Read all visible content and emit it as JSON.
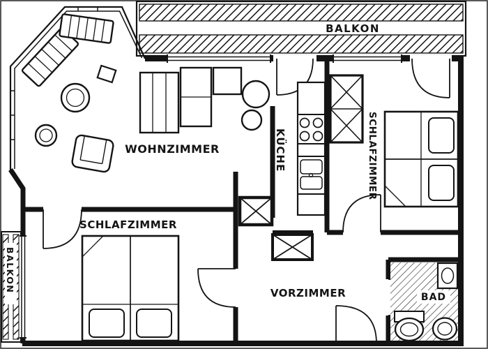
{
  "meta": {
    "type": "apartment-floor-plan",
    "colors": {
      "ink": "#141414",
      "paper": "#ffffff"
    }
  },
  "rooms": {
    "balkon_top": {
      "label": "BALKON",
      "orientation": "horizontal"
    },
    "wohnzimmer": {
      "label": "WOHNZIMMER",
      "orientation": "horizontal"
    },
    "kueche": {
      "label": "KÜCHE",
      "orientation": "vertical"
    },
    "schlafzimmer_right": {
      "label": "SCHLAFZIMMER",
      "orientation": "vertical"
    },
    "schlafzimmer_left": {
      "label": "SCHLAFZIMMER",
      "orientation": "horizontal"
    },
    "balkon_left": {
      "label": "BALKON",
      "orientation": "vertical"
    },
    "vorzimmer": {
      "label": "VORZIMMER",
      "orientation": "horizontal"
    },
    "bad": {
      "label": "BAD",
      "orientation": "horizontal"
    }
  },
  "furniture_icons": [
    "sofa-icon",
    "coffee-table-icon",
    "armchair-icon",
    "side-table-icon",
    "plant-table-icon",
    "wall-unit-icon",
    "dining-table-icon",
    "kitchen-counter-icon",
    "stove-icon",
    "sink-icon",
    "closet-icon",
    "wardrobe-icon",
    "double-bed-icon",
    "pillow-icon",
    "toilet-icon",
    "washbasin-icon",
    "door-swing-icon",
    "window-icon",
    "balcony-hatch-icon"
  ]
}
